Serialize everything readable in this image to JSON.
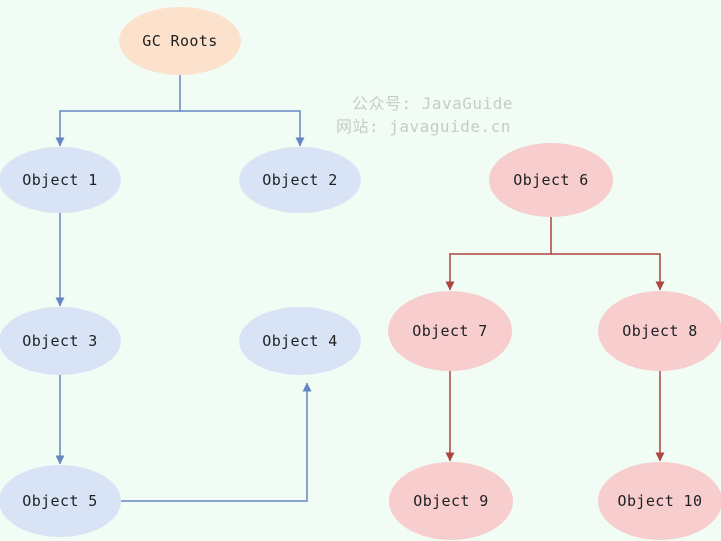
{
  "background": "#f1fcf4",
  "colors": {
    "root_fill": "#fce2cc",
    "reachable_fill": "#d8e4f6",
    "unreachable_fill": "#f7cdce",
    "reachable_arrow": "#6588c4",
    "unreachable_arrow": "#ad4541",
    "label": "#1e2022",
    "watermark": "#c7cbca"
  },
  "watermark": {
    "line1": "公众号: JavaGuide",
    "line2": "网站: javaguide.cn"
  },
  "diagram": {
    "nodes": [
      {
        "id": "gc-roots",
        "label": "GC Roots",
        "role": "root"
      },
      {
        "id": "object-1",
        "label": "Object 1",
        "role": "reachable"
      },
      {
        "id": "object-2",
        "label": "Object 2",
        "role": "reachable"
      },
      {
        "id": "object-6",
        "label": "Object 6",
        "role": "unreachable"
      },
      {
        "id": "object-3",
        "label": "Object 3",
        "role": "reachable"
      },
      {
        "id": "object-4",
        "label": "Object 4",
        "role": "reachable"
      },
      {
        "id": "object-7",
        "label": "Object 7",
        "role": "unreachable"
      },
      {
        "id": "object-8",
        "label": "Object 8",
        "role": "unreachable"
      },
      {
        "id": "object-5",
        "label": "Object 5",
        "role": "reachable"
      },
      {
        "id": "object-9",
        "label": "Object 9",
        "role": "unreachable"
      },
      {
        "id": "object-10",
        "label": "Object 10",
        "role": "unreachable"
      }
    ],
    "edges": [
      {
        "from": "gc-roots",
        "to": "object-1"
      },
      {
        "from": "gc-roots",
        "to": "object-2"
      },
      {
        "from": "object-1",
        "to": "object-3"
      },
      {
        "from": "object-3",
        "to": "object-5"
      },
      {
        "from": "object-5",
        "to": "object-4"
      },
      {
        "from": "object-6",
        "to": "object-7"
      },
      {
        "from": "object-6",
        "to": "object-8"
      },
      {
        "from": "object-7",
        "to": "object-9"
      },
      {
        "from": "object-8",
        "to": "object-10"
      }
    ]
  }
}
